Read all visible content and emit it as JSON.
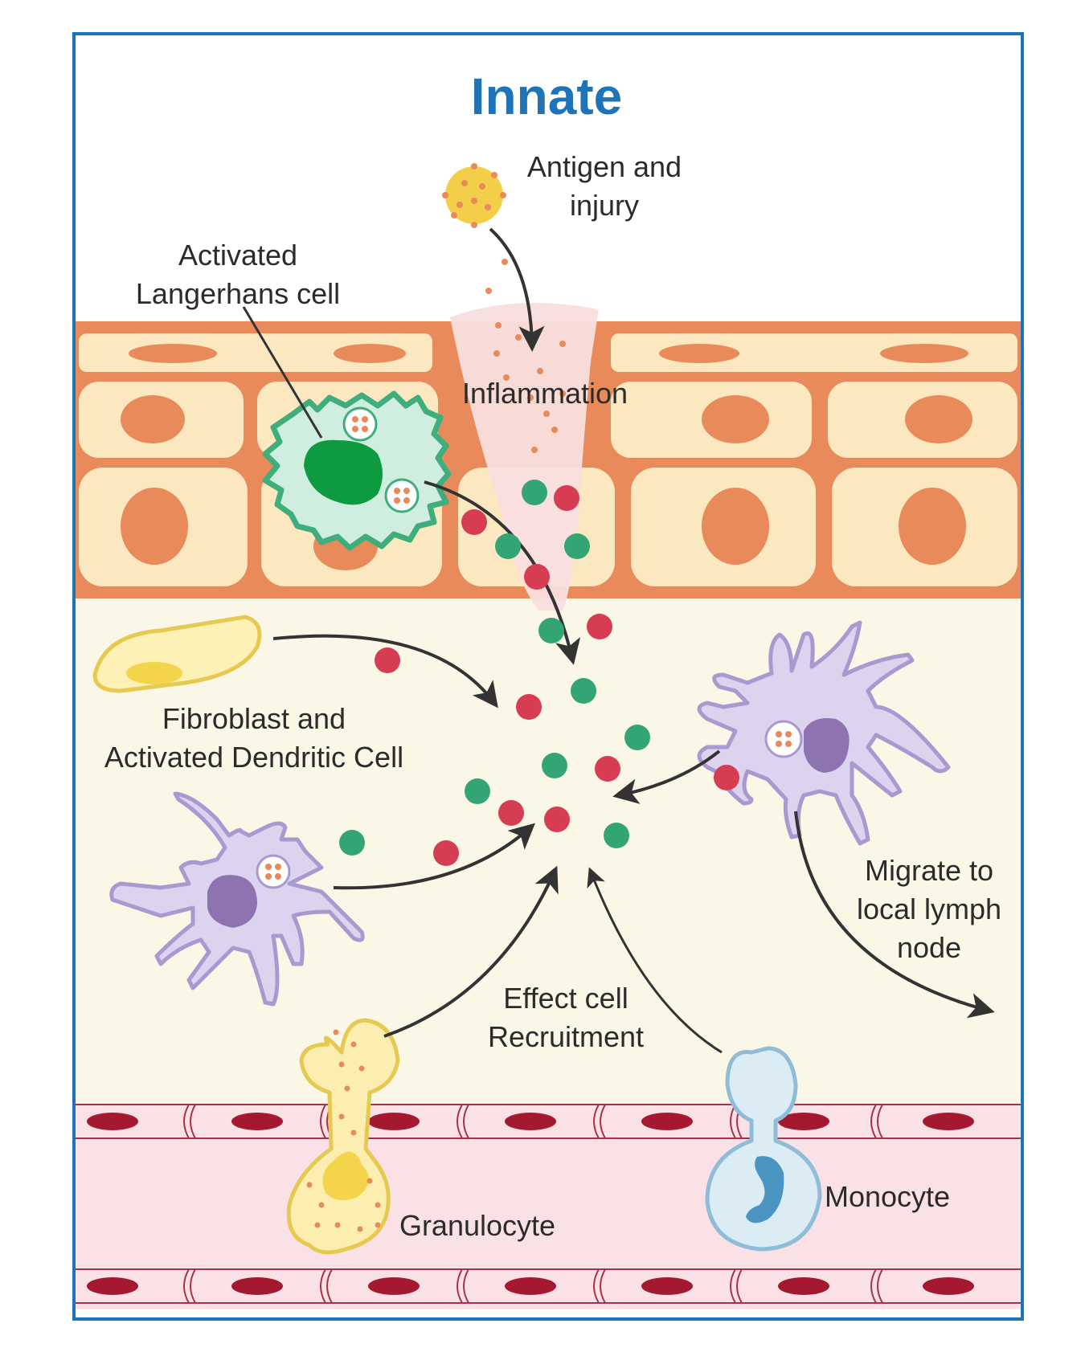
{
  "title": "Innate",
  "labels": {
    "antigen_line1": "Antigen and",
    "antigen_line2": "injury",
    "langerhans_line1": "Activated",
    "langerhans_line2": "Langerhans cell",
    "inflammation": "Inflammation",
    "fibroblast_line1": "Fibroblast and",
    "fibroblast_line2": "Activated Dendritic Cell",
    "migrate_line1": "Migrate to",
    "migrate_line2": "local lymph",
    "migrate_line3": "node",
    "effect_line1": "Effect cell",
    "effect_line2": "Recruitment",
    "granulocyte": "Granulocyte",
    "monocyte": "Monocyte"
  },
  "colors": {
    "frame": "#1f73b7",
    "epidermis_border": "#e98a5a",
    "cell_fill": "#fbe8c0",
    "nucleus": "#e98a5a",
    "dermis": "#fbf7e7",
    "inflammation": "#f9dede",
    "green_dot": "#33a574",
    "red_dot": "#d63c52",
    "langerhans_fill": "#cfeee0",
    "langerhans_border": "#3fae7c",
    "langerhans_nucleus": "#0e9a3e",
    "dendritic_fill": "#dcd3ee",
    "dendritic_border": "#a999d0",
    "dendritic_nucleus": "#8e73b1",
    "fibroblast_fill": "#fdf1b6",
    "fibroblast_border": "#e6c950",
    "vessel": "#f9e1e5",
    "vessel_border": "#a8324a",
    "rbc": "#a51930",
    "granulocyte_fill": "#fbeeb0",
    "monocyte_fill": "#dcecf5",
    "monocyte_border": "#8fbcd6",
    "monocyte_nucleus": "#4a95c2",
    "arrow": "#333333"
  }
}
